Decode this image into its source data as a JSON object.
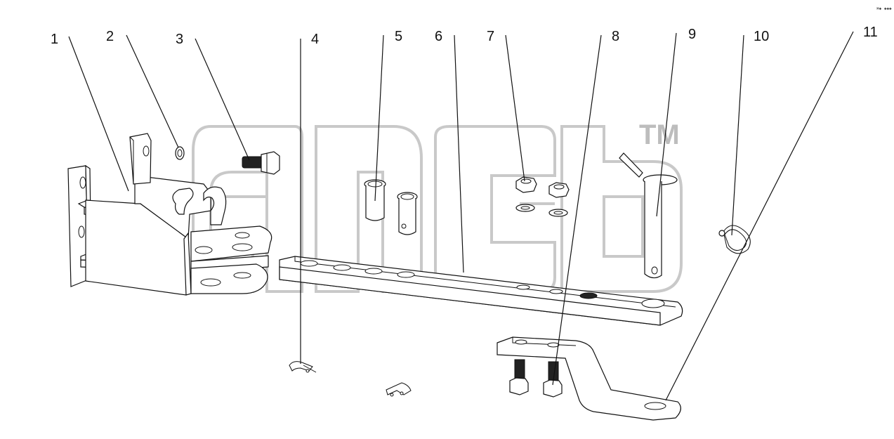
{
  "diagram": {
    "corner_tag": "⌘◈ ◈◈◈",
    "watermark": {
      "trademark": "TM"
    },
    "callouts": [
      {
        "id": "1",
        "label": "1"
      },
      {
        "id": "2",
        "label": "2"
      },
      {
        "id": "3",
        "label": "3"
      },
      {
        "id": "4",
        "label": "4"
      },
      {
        "id": "5",
        "label": "5"
      },
      {
        "id": "6",
        "label": "6"
      },
      {
        "id": "7",
        "label": "7"
      },
      {
        "id": "8",
        "label": "8"
      },
      {
        "id": "9",
        "label": "9"
      },
      {
        "id": "10",
        "label": "10"
      },
      {
        "id": "11",
        "label": "11"
      }
    ],
    "colors": {
      "line": "#111111",
      "watermark": "#c9c9c9",
      "background": "#ffffff"
    }
  }
}
